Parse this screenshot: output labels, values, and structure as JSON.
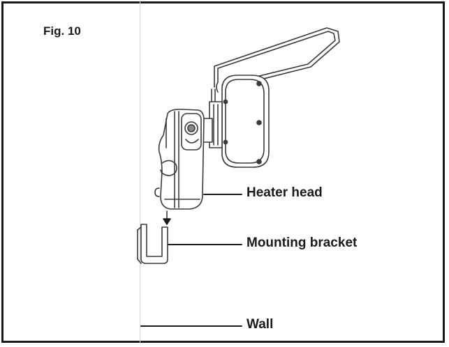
{
  "figure": {
    "title": "Fig. 10"
  },
  "labels": {
    "heater_head": "Heater head",
    "mounting_bracket": "Mounting bracket",
    "wall": "Wall"
  }
}
